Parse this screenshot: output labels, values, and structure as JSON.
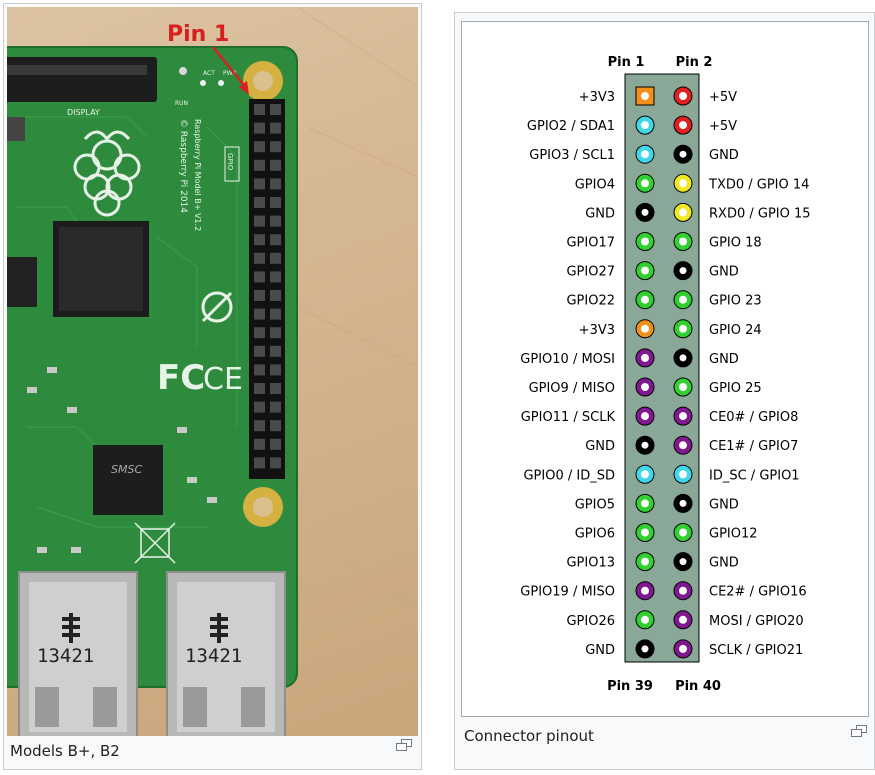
{
  "left_figure": {
    "caption": "Models B+, B2",
    "annotation": "Pin 1",
    "board_text": {
      "display": "DISPLAY",
      "run": "RUN",
      "act": "ACT",
      "pwr": "PWR",
      "copyright": "© Raspberry Pi 2014",
      "model": "Raspberry Pi Model B+ V1.2",
      "gpio": "GPIO",
      "smsc": "SMSC",
      "usb_number": "13421",
      "fc": "FC",
      "ce": "CE"
    }
  },
  "right_figure": {
    "caption": "Connector pinout",
    "header_left": "Pin 1",
    "header_right": "Pin 2",
    "footer_left": "Pin 39",
    "footer_right": "Pin 40",
    "colors": {
      "power33": "#f0901c",
      "power5": "#e02020",
      "i2c": "#40d8e8",
      "gnd": "#000000",
      "gpio": "#30d030",
      "uart": "#f0e820",
      "spi": "#801890",
      "idsd": "#40d8e8",
      "header_body": "#8aa898"
    },
    "rows": [
      {
        "left": "+3V3",
        "left_type": "power33",
        "right": "+5V",
        "right_type": "power5"
      },
      {
        "left": "GPIO2 / SDA1",
        "left_type": "i2c",
        "right": "+5V",
        "right_type": "power5"
      },
      {
        "left": "GPIO3 / SCL1",
        "left_type": "i2c",
        "right": "GND",
        "right_type": "gnd"
      },
      {
        "left": "GPIO4",
        "left_type": "gpio",
        "right": "TXD0 / GPIO 14",
        "right_type": "uart"
      },
      {
        "left": "GND",
        "left_type": "gnd",
        "right": "RXD0 / GPIO 15",
        "right_type": "uart"
      },
      {
        "left": "GPIO17",
        "left_type": "gpio",
        "right": "GPIO 18",
        "right_type": "gpio"
      },
      {
        "left": "GPIO27",
        "left_type": "gpio",
        "right": "GND",
        "right_type": "gnd"
      },
      {
        "left": "GPIO22",
        "left_type": "gpio",
        "right": "GPIO 23",
        "right_type": "gpio"
      },
      {
        "left": "+3V3",
        "left_type": "power33",
        "right": "GPIO 24",
        "right_type": "gpio"
      },
      {
        "left": "GPIO10 / MOSI",
        "left_type": "spi",
        "right": "GND",
        "right_type": "gnd"
      },
      {
        "left": "GPIO9 / MISO",
        "left_type": "spi",
        "right": "GPIO 25",
        "right_type": "gpio"
      },
      {
        "left": "GPIO11 / SCLK",
        "left_type": "spi",
        "right": "CE0# / GPIO8",
        "right_type": "spi"
      },
      {
        "left": "GND",
        "left_type": "gnd",
        "right": "CE1# / GPIO7",
        "right_type": "spi"
      },
      {
        "left": "GPIO0 / ID_SD",
        "left_type": "idsd",
        "right": "ID_SC / GPIO1",
        "right_type": "idsd"
      },
      {
        "left": "GPIO5",
        "left_type": "gpio",
        "right": "GND",
        "right_type": "gnd"
      },
      {
        "left": "GPIO6",
        "left_type": "gpio",
        "right": "GPIO12",
        "right_type": "gpio"
      },
      {
        "left": "GPIO13",
        "left_type": "gpio",
        "right": "GND",
        "right_type": "gnd"
      },
      {
        "left": "GPIO19 / MISO",
        "left_type": "spi",
        "right": "CE2# / GPIO16",
        "right_type": "spi"
      },
      {
        "left": "GPIO26",
        "left_type": "gpio",
        "right": "MOSI / GPIO20",
        "right_type": "spi"
      },
      {
        "left": "GND",
        "left_type": "gnd",
        "right": "SCLK / GPIO21",
        "right_type": "spi"
      }
    ]
  },
  "icons": {
    "magnify_left": "enlarge-icon",
    "magnify_right": "enlarge-icon"
  }
}
